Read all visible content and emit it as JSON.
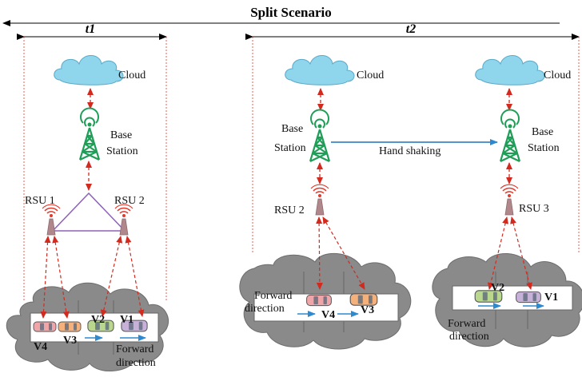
{
  "title": "Split Scenario",
  "panels": [
    {
      "time_label": "t1"
    },
    {
      "time_label": "t2"
    }
  ],
  "labels": {
    "cloud": "Cloud",
    "base_station_line1": "Base",
    "base_station_line2": "Station",
    "rsu1": "RSU 1",
    "rsu2": "RSU 2",
    "rsu3": "RSU 3",
    "handshake": "Hand shaking",
    "forward_line1": "Forward",
    "forward_line2": "direction",
    "v1": "V1",
    "v2": "V2",
    "v3": "V3",
    "v4": "V4"
  },
  "colors": {
    "cloud": "#8fd6ec",
    "cloud_stroke": "#5aa9c9",
    "tower": "#1f9e57",
    "rsu": "#b0878b",
    "signal": "#e23a2c",
    "link": "#d22a1f",
    "triangle": "#8d62b8",
    "handshake": "#3a86c9",
    "region": "#8a8a8a",
    "arrow_blue": "#2e8ad0",
    "car_v1": "#c7b1d8",
    "car_v2": "#b9d88e",
    "car_v3": "#f4b17c",
    "car_v4": "#f0a5a8"
  }
}
